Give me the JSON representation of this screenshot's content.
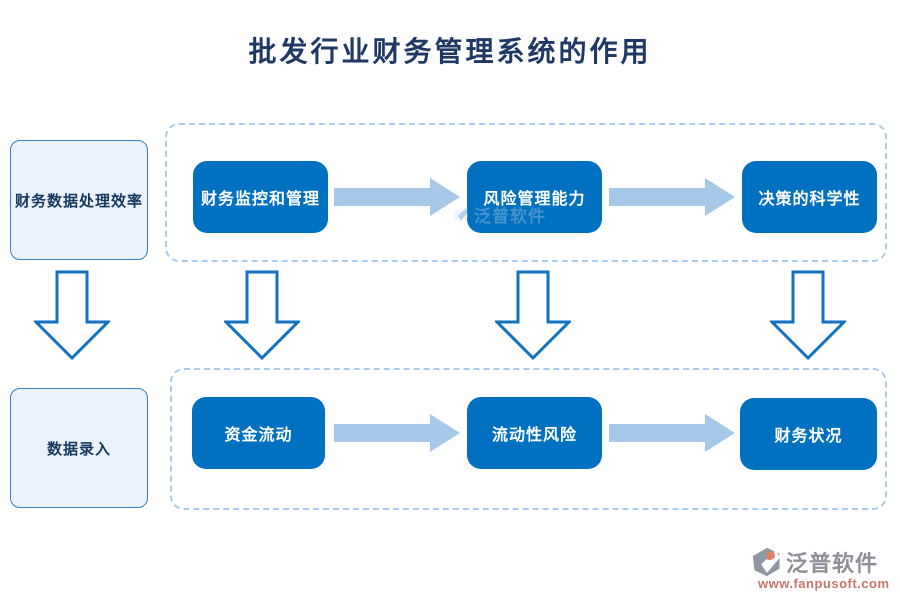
{
  "title": "批发行业财务管理系统的作用",
  "left_column": {
    "top_box_label": "财务数据处理效率",
    "bottom_box_label": "数据录入"
  },
  "top_row": {
    "items": [
      {
        "label": "财务监控和管理"
      },
      {
        "label": "风险管理能力"
      },
      {
        "label": "决策的科学性"
      }
    ]
  },
  "bottom_row": {
    "items": [
      {
        "label": "资金流动"
      },
      {
        "label": "流动性风险"
      },
      {
        "label": "财务状况"
      }
    ]
  },
  "watermark": {
    "text": "泛普软件"
  },
  "logo": {
    "name": "泛普软件",
    "url": "www.fanpusoft.com"
  },
  "colors": {
    "node_blue": "#0070C0",
    "flow_arrow_light_blue": "#A6C9E9",
    "dashed_border": "#A9CBEC",
    "side_box_fill": "#EAF3FC",
    "side_box_border": "#3D7CC9",
    "dark_text": "#17365D",
    "title_text": "#1F3864",
    "outline_arrow_stroke": "#1272C2",
    "logo_gray": "#8E98A4",
    "logo_orange": "#DF8164",
    "logo_url_red": "#C3766A"
  }
}
